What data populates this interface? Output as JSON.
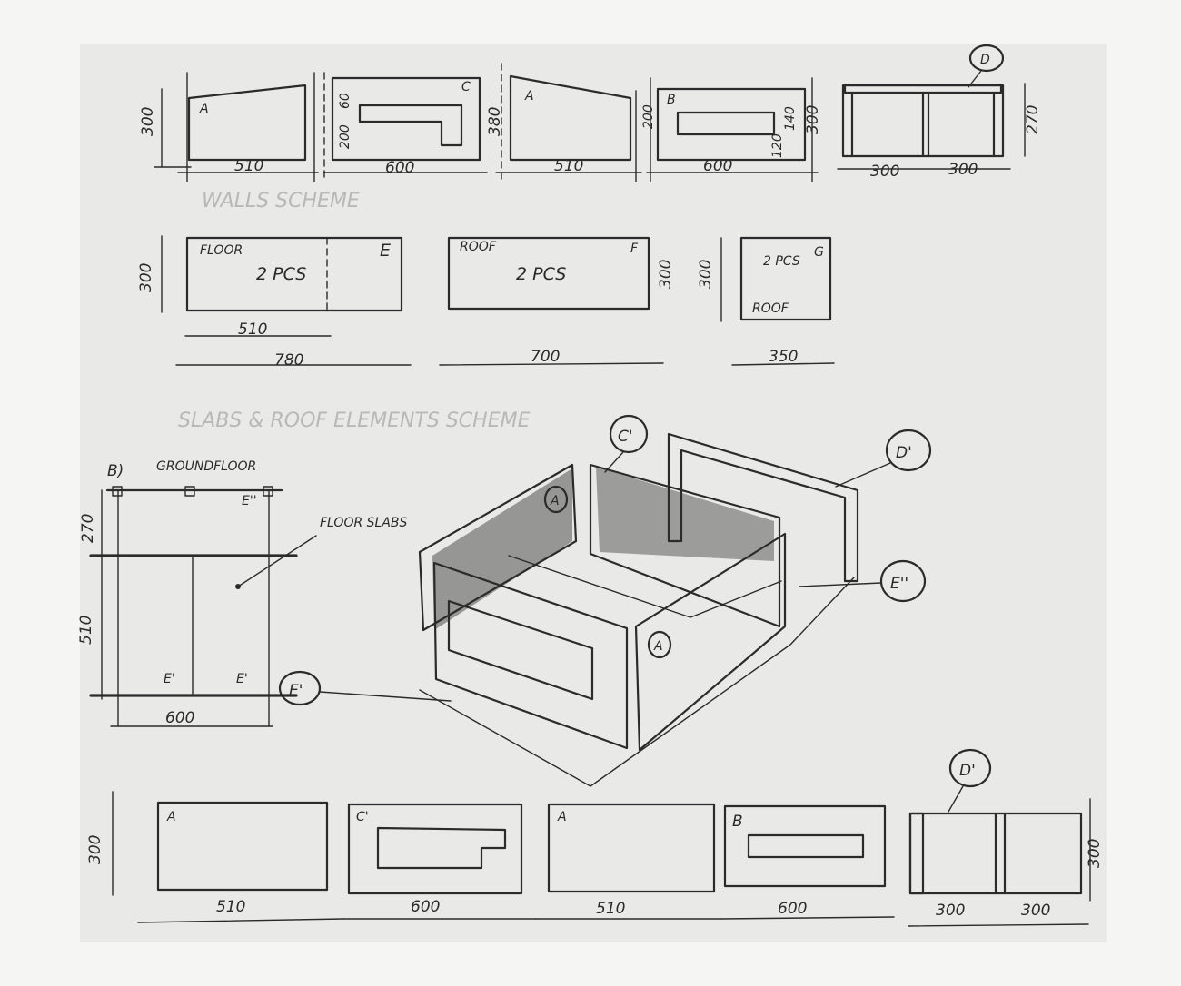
{
  "walls_row": {
    "panels": [
      {
        "letter": "A",
        "width": "510",
        "height": "300"
      },
      {
        "letter": "C",
        "width": "600",
        "inner_h1": "200",
        "inner_h2": "60"
      },
      {
        "letter": "A",
        "width": "510",
        "height": "380"
      },
      {
        "letter": "B",
        "width": "600",
        "h1": "200",
        "h2": "140",
        "h3": "120"
      },
      {
        "letter": "D",
        "width1": "300",
        "width2": "300",
        "height_a": "300",
        "height_b": "270"
      }
    ],
    "section_title": "WALLS SCHEME"
  },
  "slabs_row": {
    "panels": [
      {
        "name": "FLOOR",
        "qty": "2 PCS",
        "letter": "E",
        "height": "300",
        "inner_width": "510",
        "width": "780"
      },
      {
        "name": "ROOF",
        "qty": "2 PCS",
        "letter": "F",
        "height": "300",
        "width": "700"
      },
      {
        "name": "ROOF",
        "qty": "2 PCS",
        "letter": "G",
        "height": "300",
        "width": "350"
      }
    ],
    "section_title": "SLABS & ROOF ELEMENTS SCHEME"
  },
  "groundfloor": {
    "tag": "B)",
    "title": "GROUNDFLOOR",
    "top_dim": "270",
    "side_dim": "510",
    "bottom_dim": "600",
    "annotation": "FLOOR SLABS",
    "labels": [
      "E''",
      "E'",
      "E'",
      "E'"
    ]
  },
  "isometric": {
    "callouts": [
      "C'",
      "D'",
      "A",
      "A",
      "E''",
      "E'"
    ]
  },
  "bottom_row": {
    "panels": [
      {
        "letter": "A",
        "width": "510",
        "height": "300"
      },
      {
        "letter": "C'",
        "width": "600"
      },
      {
        "letter": "A",
        "width": "510"
      },
      {
        "letter": "B",
        "width": "600"
      },
      {
        "letter": "D'",
        "width1": "300",
        "width2": "300",
        "height": "300"
      }
    ]
  },
  "colors": {
    "paper": "#f5f5f4",
    "ink": "#2b2b2b",
    "shade": "#6a6a6a",
    "faint": "#b8b8b6"
  }
}
